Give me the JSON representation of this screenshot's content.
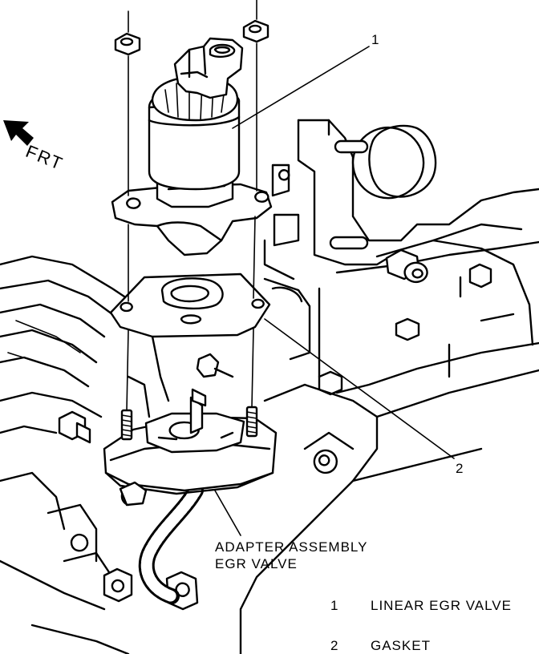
{
  "orientation": {
    "frt_label": "FRT"
  },
  "callouts": {
    "valve_number": "1",
    "gasket_number": "2"
  },
  "adapter_label": {
    "line1": "ADAPTER ASSEMBLY",
    "line2": "EGR VALVE"
  },
  "legend": [
    {
      "number": "1",
      "name": "LINEAR EGR VALVE"
    },
    {
      "number": "2",
      "name": "GASKET"
    }
  ]
}
